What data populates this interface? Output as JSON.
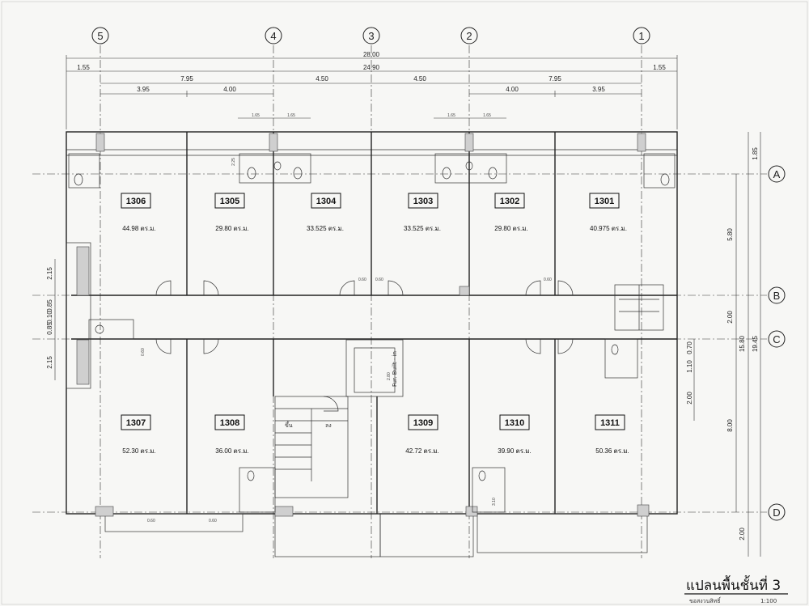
{
  "title": "แปลนพื้นชั้นที่ 3",
  "notes": {
    "sub_left": "ขอสงวนสิทธิ์",
    "sub_right": "1:100"
  },
  "grid_columns": [
    "5",
    "4",
    "3",
    "2",
    "1"
  ],
  "grid_rows": [
    "A",
    "B",
    "C",
    "D"
  ],
  "dims_top": {
    "overall": "28.00",
    "inner": "24.90",
    "edge_left": "1.55",
    "edge_right": "1.55",
    "bays": [
      "7.95",
      "4.50",
      "4.50",
      "7.95"
    ],
    "sub": [
      "3.95",
      "4.00",
      "4.00",
      "3.95"
    ],
    "toilet_a": [
      "1.65",
      "1.65"
    ],
    "toilet_b": [
      "1.65",
      "1.65"
    ],
    "toilet_side": "2.25"
  },
  "dims_right": {
    "overall": "19.45",
    "total": "15.80",
    "rows": [
      "1.85",
      "5.80",
      "2.00",
      "8.00",
      "2.00"
    ],
    "small": [
      "0.70",
      "1.10",
      "2.00"
    ]
  },
  "dims_left": [
    "2.15",
    "0.85",
    "0.10",
    "0.85",
    "2.15"
  ],
  "door_dims": [
    "0.60",
    "0.60",
    "0.60",
    "0.60",
    "0.60",
    "0.60"
  ],
  "stair_labels": {
    "up": "ขึ้น",
    "down": "ลง"
  },
  "builtin": {
    "text": "Fur. Built - in",
    "dim": "2.80"
  },
  "toilet_dim": "3.10",
  "units_top": [
    {
      "no": "1306",
      "area": "44.98 ตร.ม."
    },
    {
      "no": "1305",
      "area": "29.80 ตร.ม."
    },
    {
      "no": "1304",
      "area": "33.525 ตร.ม."
    },
    {
      "no": "1303",
      "area": "33.525 ตร.ม."
    },
    {
      "no": "1302",
      "area": "29.80 ตร.ม."
    },
    {
      "no": "1301",
      "area": "40.975 ตร.ม."
    }
  ],
  "units_bottom": [
    {
      "no": "1307",
      "area": "52.30 ตร.ม."
    },
    {
      "no": "1308",
      "area": "36.00 ตร.ม."
    },
    {
      "no": "1309",
      "area": "42.72 ตร.ม."
    },
    {
      "no": "1310",
      "area": "39.90 ตร.ม."
    },
    {
      "no": "1311",
      "area": "50.36 ตร.ม."
    }
  ]
}
